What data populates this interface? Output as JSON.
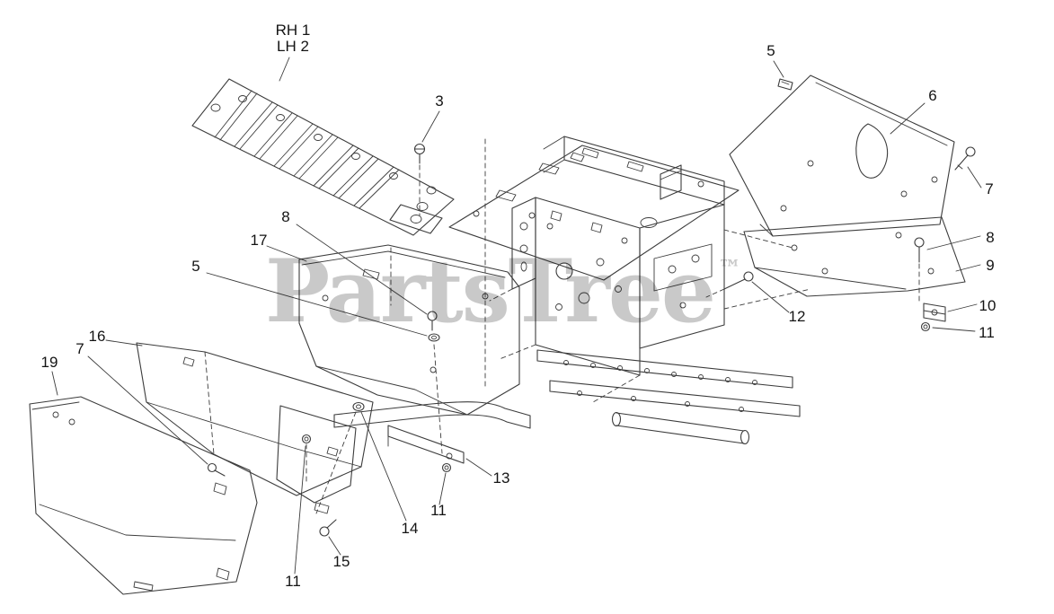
{
  "watermark": {
    "text": "PartsTree",
    "trademark": "™",
    "color": "#c9c9c9"
  },
  "diagram": {
    "type": "exploded-parts-diagram",
    "line_color": "#3c3c3c",
    "background": "#ffffff"
  },
  "callouts": [
    {
      "label": "RH 1"
    },
    {
      "label": "LH 2"
    },
    {
      "label": "3"
    },
    {
      "label": "5"
    },
    {
      "label": "6"
    },
    {
      "label": "7"
    },
    {
      "label": "8"
    },
    {
      "label": "9"
    },
    {
      "label": "10"
    },
    {
      "label": "11"
    },
    {
      "label": "8"
    },
    {
      "label": "17"
    },
    {
      "label": "5"
    },
    {
      "label": "12"
    },
    {
      "label": "16"
    },
    {
      "label": "7"
    },
    {
      "label": "19"
    },
    {
      "label": "13"
    },
    {
      "label": "11"
    },
    {
      "label": "14"
    },
    {
      "label": "15"
    },
    {
      "label": "11"
    }
  ]
}
